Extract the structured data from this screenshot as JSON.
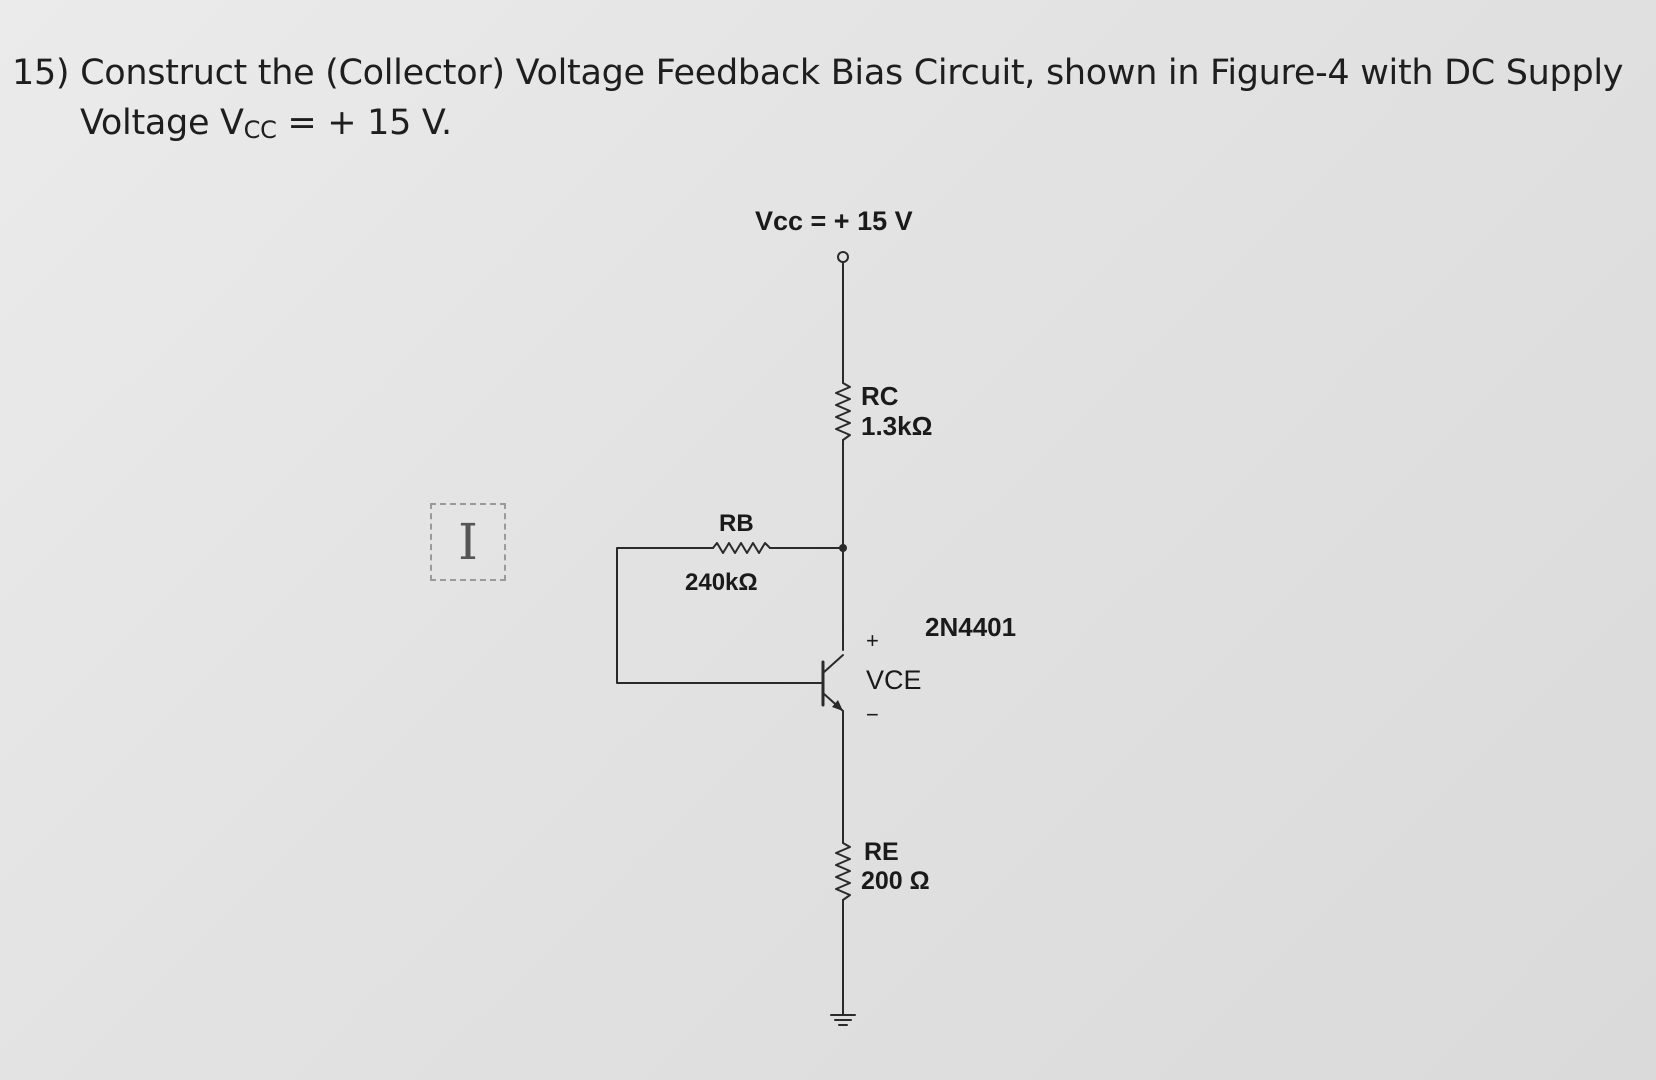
{
  "question": {
    "number": "15)",
    "line1": "Construct the (Collector) Voltage Feedback Bias Circuit, shown in Figure-4 with DC Supply",
    "line2_prefix": "Voltage V",
    "line2_sub": "CC",
    "line2_suffix": " = + 15 V."
  },
  "circuit": {
    "supply_label": "Vcc = + 15 V",
    "rc": {
      "name": "RC",
      "value": "1.3kΩ"
    },
    "rb": {
      "name": "RB",
      "value": "240kΩ"
    },
    "re": {
      "name": "RE",
      "value": "200 Ω"
    },
    "transistor": "2N4401",
    "vce": {
      "plus": "+",
      "label": "VCE",
      "minus": "−"
    }
  },
  "cursor": {
    "glyph": "I",
    "icon": "text-cursor-icon"
  }
}
